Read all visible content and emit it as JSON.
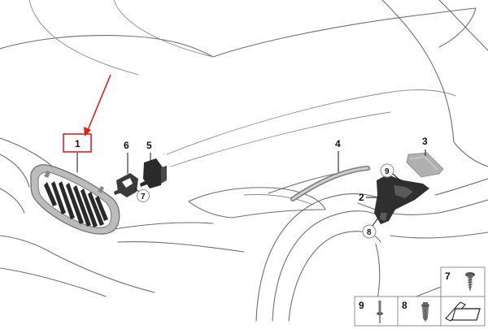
{
  "diagram": {
    "callouts": {
      "c1": "1",
      "c2": "2",
      "c3": "3",
      "c4": "4",
      "c5": "5",
      "c6": "6",
      "c7": "7",
      "c8": "8",
      "c9": "9"
    },
    "legend": {
      "l7": "7",
      "l8": "8",
      "l9": "9"
    },
    "colors": {
      "highlight": "#e0201b",
      "outline": "#6e6e6e",
      "part_dark": "#2a2a2a",
      "grille_frame": "#b9b9b9"
    },
    "icons": [
      "red-arrow-icon",
      "screw-icon",
      "rivet-icon",
      "expanding-rivet-icon",
      "plastic-strip-icon"
    ]
  }
}
